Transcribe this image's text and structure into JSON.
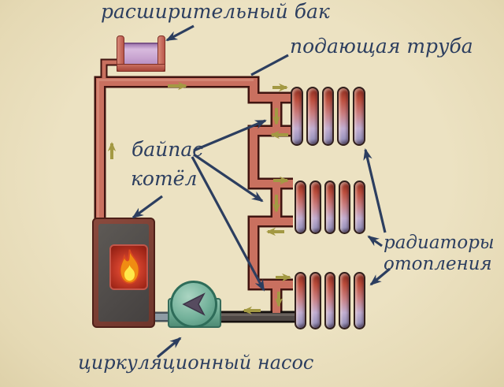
{
  "labels": {
    "expansion_tank": "расширительный бак",
    "supply_pipe": "подающая труба",
    "bypass": "байпас",
    "boiler": "котёл",
    "radiators_line1": "радиаторы",
    "radiators_line2": "отопления",
    "pump": "циркуляционный насос"
  },
  "colors": {
    "background": "#ece2c2",
    "label_text": "#2c3e5f",
    "pointer_arrow": "#2c3e5f",
    "flow_arrow": "#a39943",
    "supply_pipe_fill": "#c9705f",
    "pipe_outline": "#401410",
    "return_pipe_fill": "#4e4744",
    "boiler_pump_pipe": "#8e9ba4",
    "boiler_frame": "#7b3d33",
    "boiler_body": "#4f4b49",
    "fire_window": "#b5352b",
    "flame_outer": "#f08c12",
    "flame_inner": "#ffe84a",
    "pump_body": "#74b29b",
    "tank_liquid": "#c7a2cf",
    "radiator_hot": "#9c3125",
    "radiator_cool": "#9890b8"
  },
  "flow": {
    "arrow_count": 11,
    "direction": "clockwise: boiler → up left riser → top supply pipe → down right riser through radiators/bypasses → return → pump → boiler"
  },
  "radiators": {
    "count": 3,
    "fins_per_radiator": 5
  }
}
